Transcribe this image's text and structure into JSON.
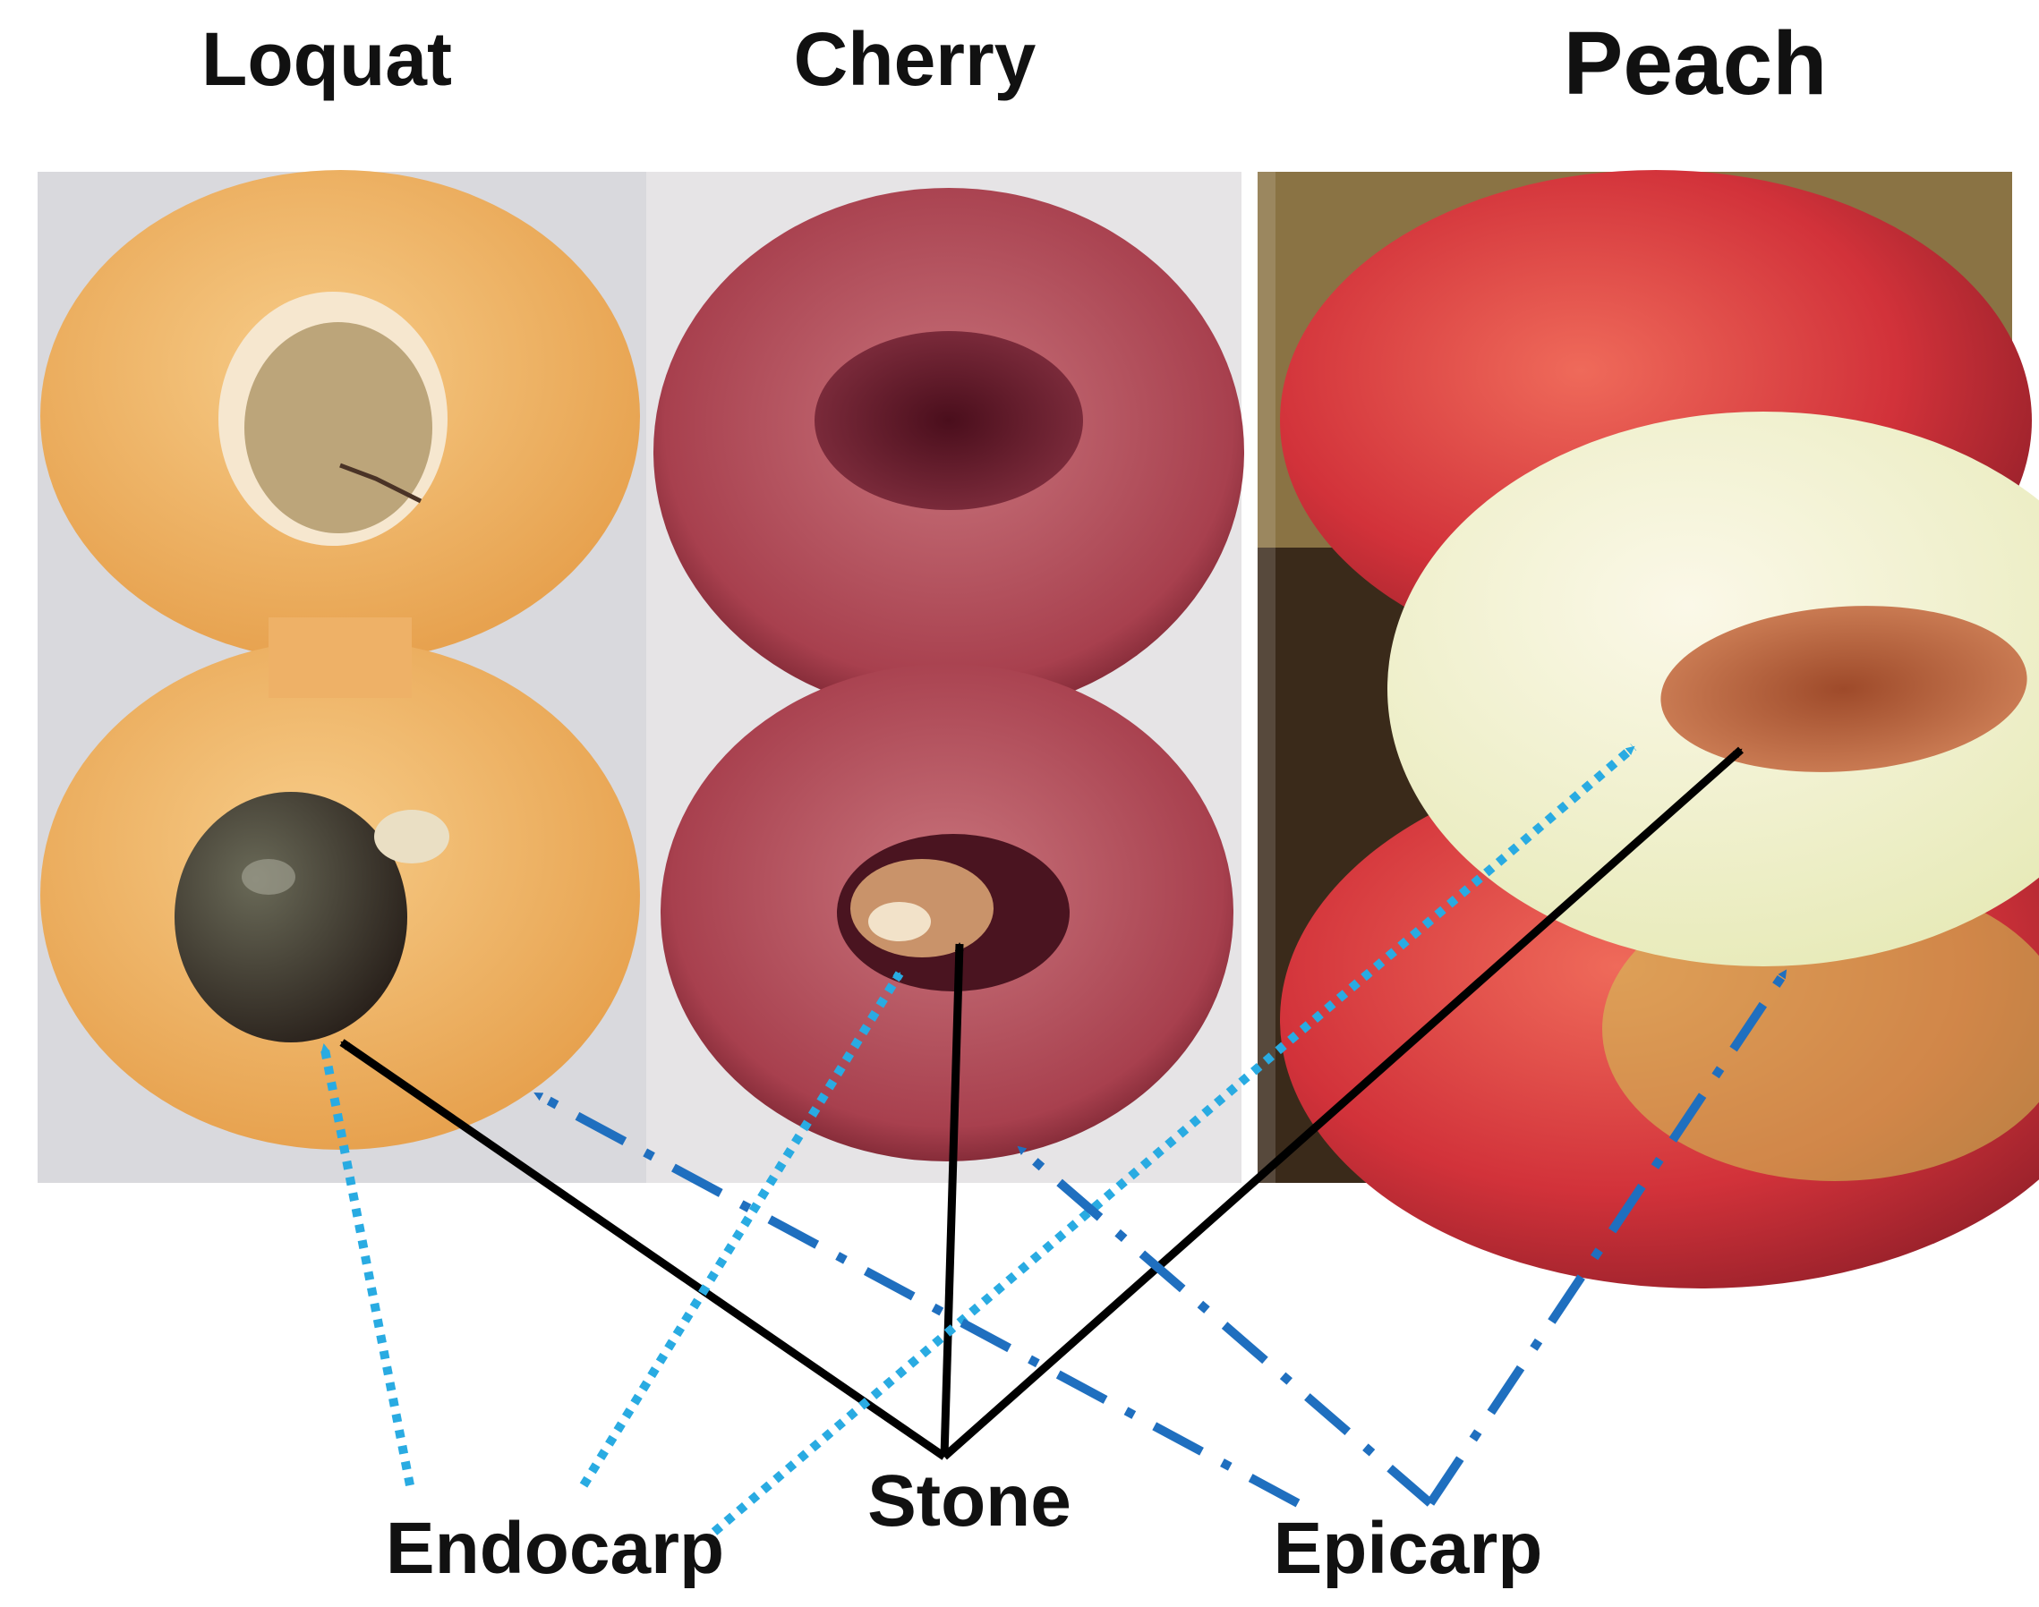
{
  "titles": {
    "loquat": "Loquat",
    "cherry": "Cherry",
    "peach": "Peach"
  },
  "labels": {
    "endocarp": "Endocarp",
    "stone": "Stone",
    "epicarp": "Epicarp"
  },
  "colors": {
    "stone_arrow": "#000000",
    "endocarp_arrow": "#29abe2",
    "epicarp_arrow": "#1f6fbf",
    "loquat_flesh": "#f2b86a",
    "cherry_flesh": "#b0505c",
    "peach_skin": "#d2323a"
  },
  "line_styles": {
    "stone": "solid",
    "endocarp": "dotted",
    "epicarp": "dash-dot"
  }
}
